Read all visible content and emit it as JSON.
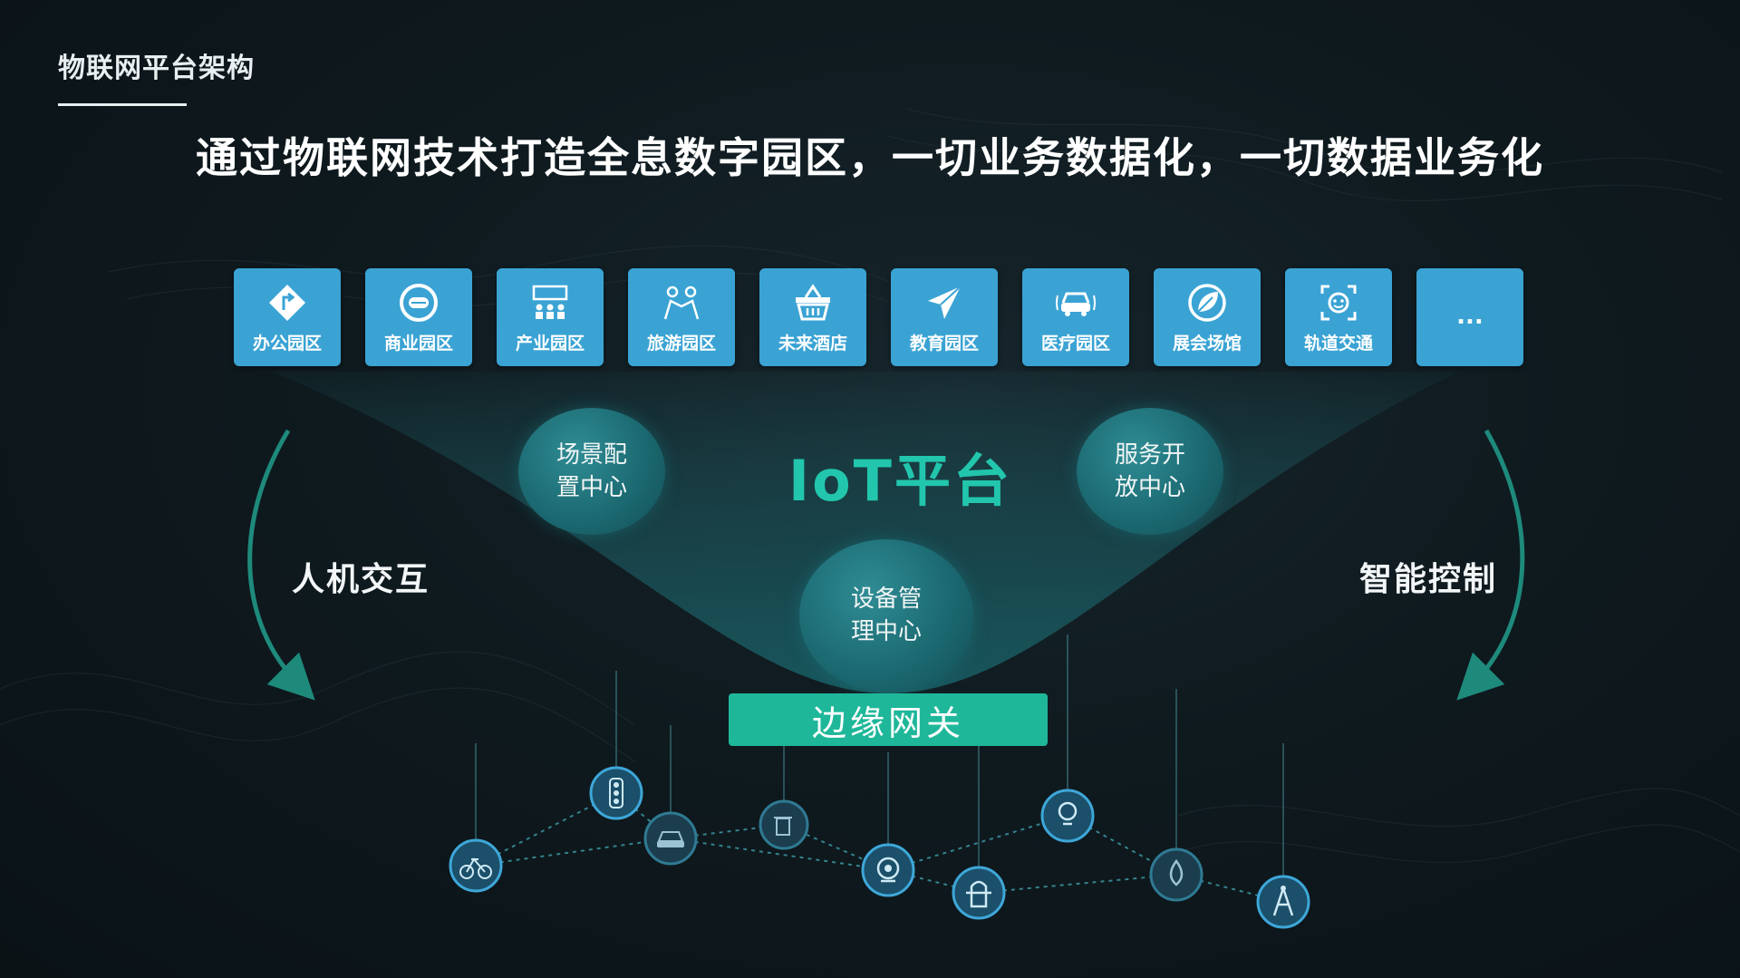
{
  "header": {
    "page_title": "物联网平台架构",
    "headline": "通过物联网技术打造全息数字园区，一切业务数据化，一切数据业务化"
  },
  "tiles": [
    {
      "label": "办公园区",
      "icon": "office-icon"
    },
    {
      "label": "商业园区",
      "icon": "commerce-icon"
    },
    {
      "label": "产业园区",
      "icon": "industry-icon"
    },
    {
      "label": "旅游园区",
      "icon": "tourism-icon"
    },
    {
      "label": "未来酒店",
      "icon": "basket-icon"
    },
    {
      "label": "教育园区",
      "icon": "paper-plane-icon"
    },
    {
      "label": "医疗园区",
      "icon": "car-icon"
    },
    {
      "label": "展会场馆",
      "icon": "leaf-icon"
    },
    {
      "label": "轨道交通",
      "icon": "face-scan-icon"
    },
    {
      "label": "...",
      "icon": "more-icon"
    }
  ],
  "platform": {
    "title": "IoT平台",
    "left_center": [
      "场景配",
      "置中心"
    ],
    "right_center": [
      "服务开",
      "放中心"
    ],
    "bottom_center": [
      "设备管",
      "理中心"
    ]
  },
  "sides": {
    "left": "人机交互",
    "right": "智能控制"
  },
  "gateway": {
    "label": "边缘网关"
  },
  "devices": [
    {
      "icon": "bike-icon"
    },
    {
      "icon": "traffic-light-icon"
    },
    {
      "icon": "car-icon"
    },
    {
      "icon": "trash-bin-icon"
    },
    {
      "icon": "camera-icon"
    },
    {
      "icon": "hydrant-icon"
    },
    {
      "icon": "lightbulb-icon"
    },
    {
      "icon": "water-drop-icon"
    },
    {
      "icon": "tower-icon"
    }
  ],
  "colors": {
    "background": "#0f1a1f",
    "tile": "#3aa3d4",
    "accent": "#22c6ad",
    "gateway": "#1fb79a",
    "circle": "#1c6a72",
    "arrow": "#1e8a7c"
  }
}
